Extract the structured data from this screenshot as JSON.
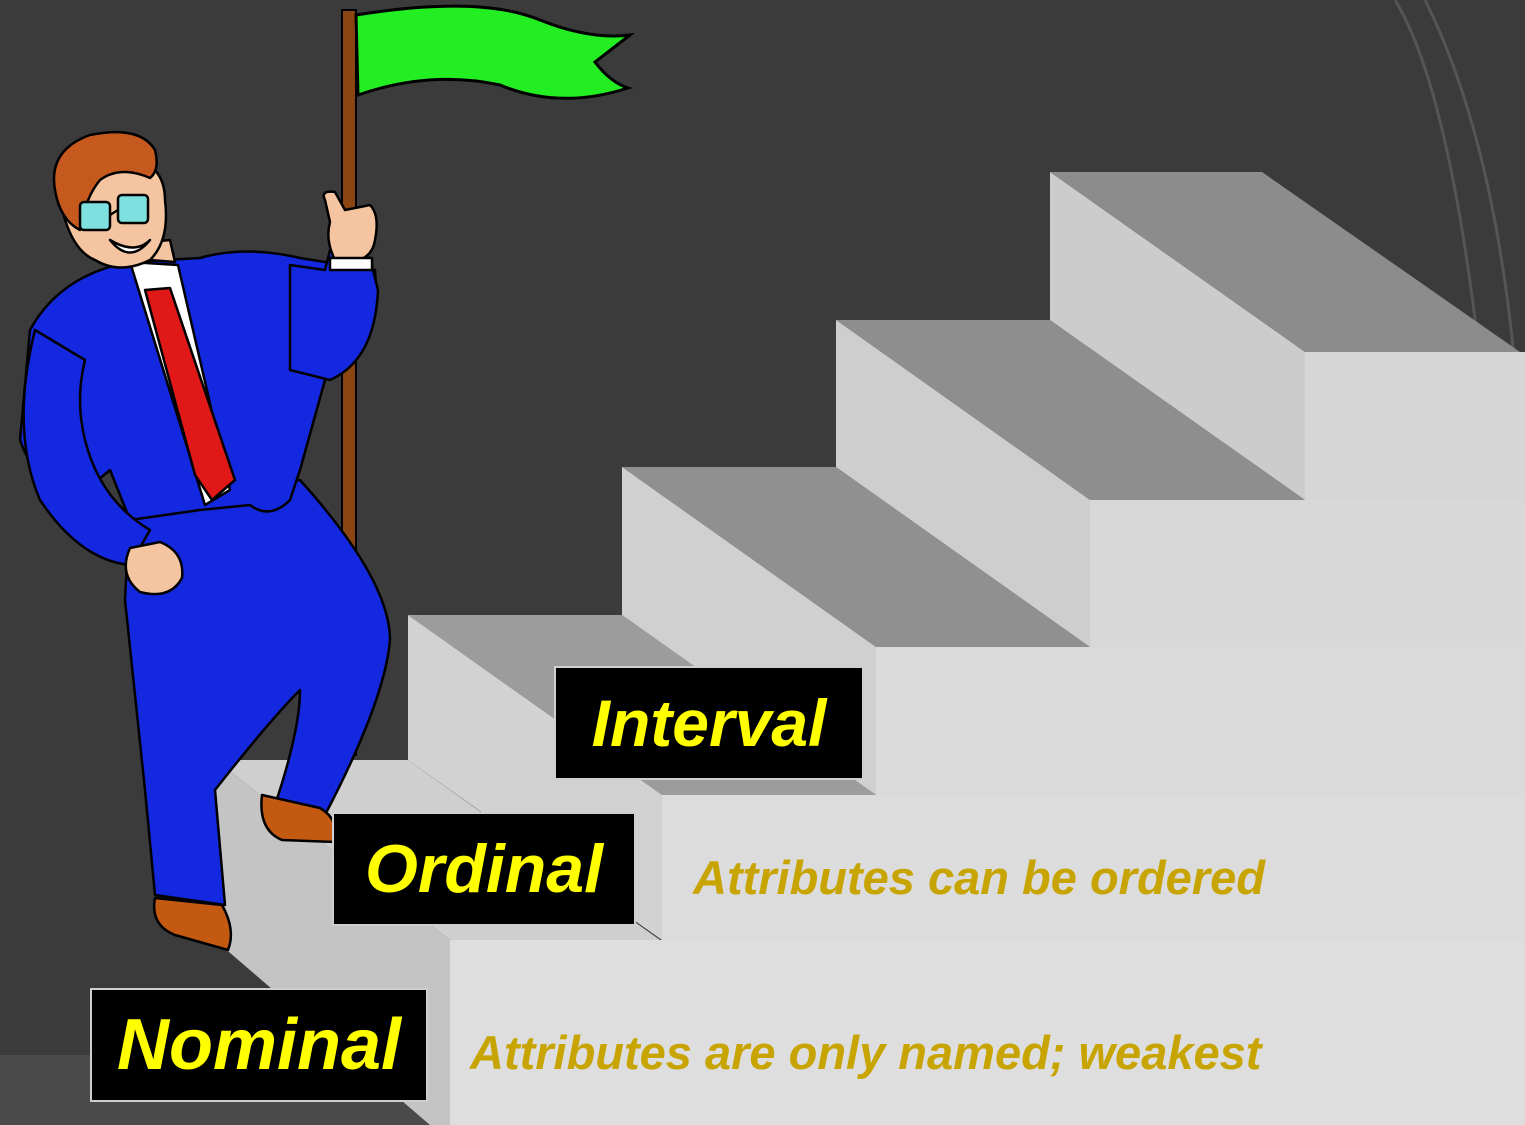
{
  "levels": {
    "nominal": {
      "label": "Nominal",
      "description": "Attributes are only named; weakest"
    },
    "ordinal": {
      "label": "Ordinal",
      "description": "Attributes can be ordered"
    },
    "interval": {
      "label": "Interval"
    }
  },
  "colors": {
    "background": "#3b3b3b",
    "label_text": "#ffff00",
    "description_text": "#c8a400",
    "flag": "#22ee22",
    "suit": "#1428e0",
    "tie": "#e01818"
  }
}
